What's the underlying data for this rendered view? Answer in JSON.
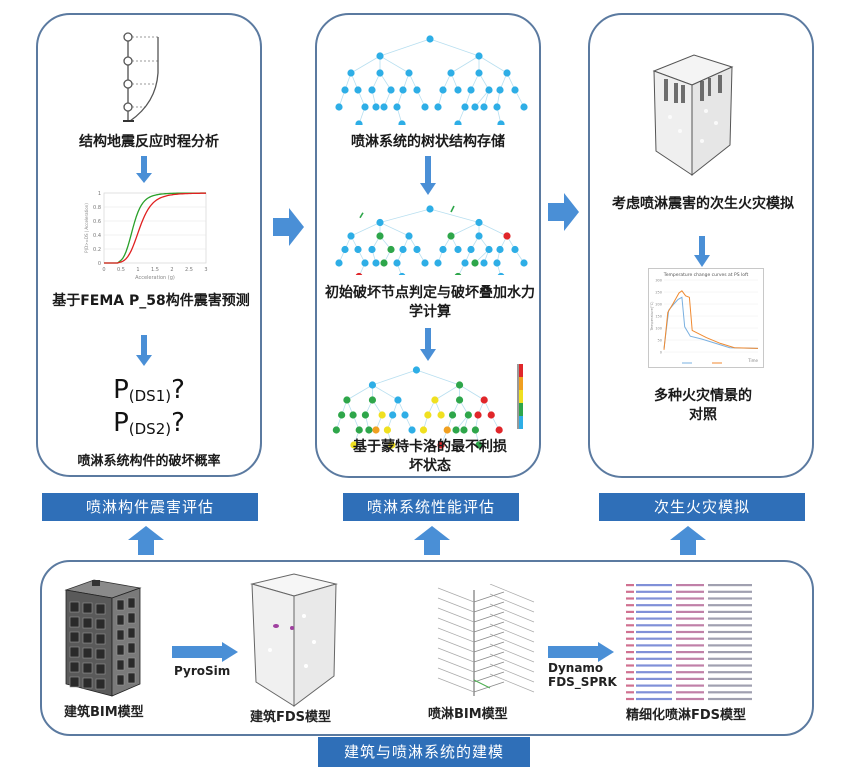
{
  "columns": [
    {
      "id": "component-damage",
      "steps": [
        "结构地震反应时程分析",
        "基于FEMA P_58构件震害预测"
      ],
      "probabilities": [
        {
          "base": "P",
          "sub": "(DS1)",
          "suffix": "?"
        },
        {
          "base": "P",
          "sub": "(DS2)",
          "suffix": "?"
        }
      ],
      "result": "喷淋系统构件的破坏概率",
      "banner": "喷淋构件震害评估",
      "fragility_chart": {
        "xlabel": "Acceleration (g)",
        "ylabel": "P(D>=DS | Acceleration)",
        "x_ticks": [
          "0",
          "0.5",
          "1",
          "1.5",
          "2",
          "2.5",
          "3"
        ],
        "y_ticks": [
          "0",
          "0.2",
          "0.4",
          "0.6",
          "0.8",
          "1"
        ]
      }
    },
    {
      "id": "system-performance",
      "steps": [
        "喷淋系统的树状结构存储",
        "初始破坏节点判定与破坏叠加水力学计算",
        "基于蒙特卡洛的最不利损坏状态"
      ],
      "banner": "喷淋系统性能评估"
    },
    {
      "id": "fire-sim",
      "steps": [
        "考虑喷淋震害的次生火灾模拟",
        "多种火灾情景的对照"
      ],
      "banner": "次生火灾模拟",
      "temp_chart": {
        "title": "Temperature change curves at PS loft",
        "xlabel": "Time",
        "ylabel": "Temperature(°C)",
        "y_ticks": [
          "0",
          "50",
          "100",
          "150",
          "200",
          "250",
          "300"
        ]
      }
    }
  ],
  "modeling": {
    "items": [
      "建筑BIM模型",
      "建筑FDS模型",
      "喷淋BIM模型",
      "精细化喷淋FDS模型"
    ],
    "arrow1_label": "PyroSim",
    "arrow2_label_line1": "Dynamo",
    "arrow2_label_line2": "FDS_SPRK",
    "banner": "建筑与喷淋系统的建模"
  },
  "colors": {
    "panel_border": "#5b7aa0",
    "banner_bg": "#2f6fb8",
    "arrow": "#4a8fd6",
    "node_blue": "#2eaee6",
    "node_green": "#2ea64a",
    "node_red": "#e0262a",
    "node_yellow": "#f0e020",
    "node_orange": "#f0a020"
  }
}
